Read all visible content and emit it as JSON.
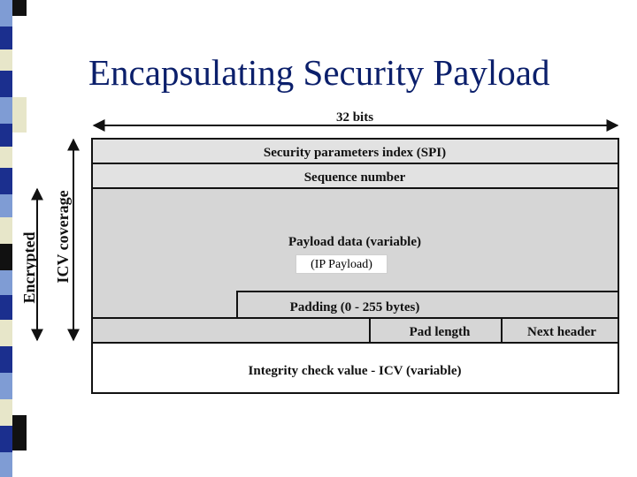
{
  "slide": {
    "title": "Encapsulating Security Payload"
  },
  "diagram": {
    "width_label": "32 bits",
    "fields": {
      "spi": "Security parameters index (SPI)",
      "sequence": "Sequence number",
      "payload": "Payload data (variable)",
      "payload_note": "(IP Payload)",
      "padding": "Padding (0 - 255 bytes)",
      "pad_length": "Pad length",
      "next_header": "Next header",
      "icv": "Integrity check value - ICV (variable)"
    },
    "side_labels": {
      "icv_coverage": "ICV coverage",
      "encrypted": "Encrypted"
    },
    "colors": {
      "gray_region": "#d6d6d6",
      "light_region": "#e2e2e2",
      "title": "#0b1f6b"
    }
  },
  "decoration": {
    "strip_colors": [
      "#1a2f8c",
      "#7fa3d9",
      "#e7e6c9",
      "#111111"
    ]
  }
}
